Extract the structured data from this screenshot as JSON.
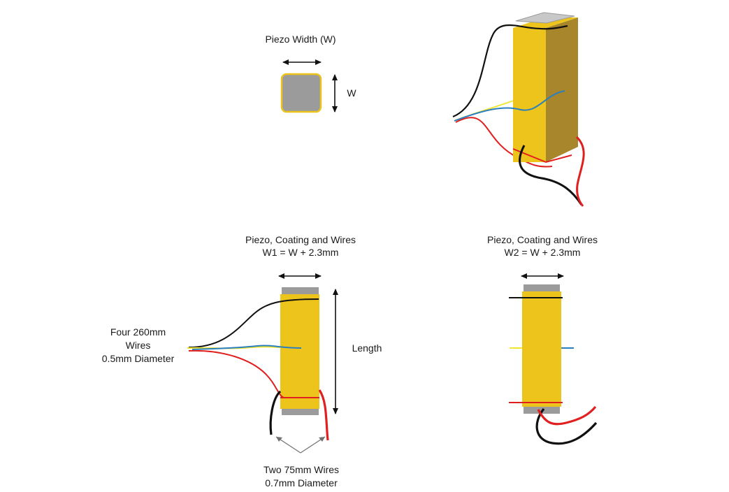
{
  "labels": {
    "piezo_width": "Piezo Width (W)",
    "w": "W",
    "panel1_title": "Piezo, Coating and Wires",
    "panel1_formula": "W1 = W + 2.3mm",
    "panel2_title": "Piezo, Coating and Wires",
    "panel2_formula": "W2 = W + 2.3mm",
    "wires_line1": "Four 260mm",
    "wires_line2": "Wires",
    "wires_line3": "0.5mm Diameter",
    "length": "Length",
    "short_wires_line1": "Two 75mm Wires",
    "short_wires_line2": "0.7mm Diameter"
  },
  "colors": {
    "coating": "#ECC41C",
    "coating_dark": "#A8862B",
    "piezo": "#9B9B9B",
    "wire_black": "#111111",
    "wire_red": "#E02020",
    "wire_yellow": "#F2E630",
    "wire_blue": "#2A7FC0",
    "arrow": "#111111",
    "pointer": "#707070"
  }
}
